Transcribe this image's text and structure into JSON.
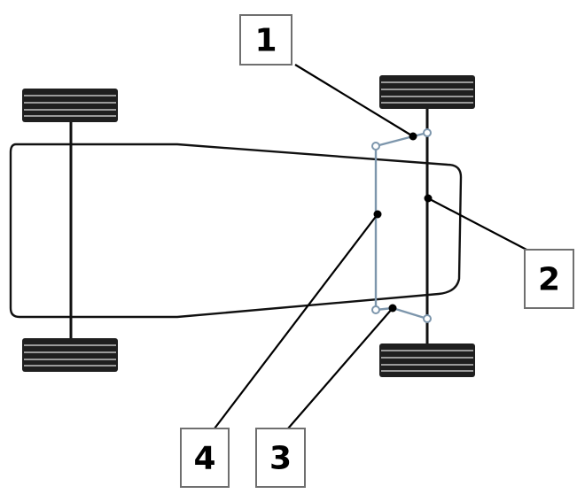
{
  "labels": {
    "label_1": "1",
    "label_2": "2",
    "label_3": "3",
    "label_4": "4"
  },
  "colors": {
    "frame": "#111111",
    "linkage": "#7d96ac",
    "tire": "#1f1f1f",
    "label_border": "#6f6f6f"
  }
}
